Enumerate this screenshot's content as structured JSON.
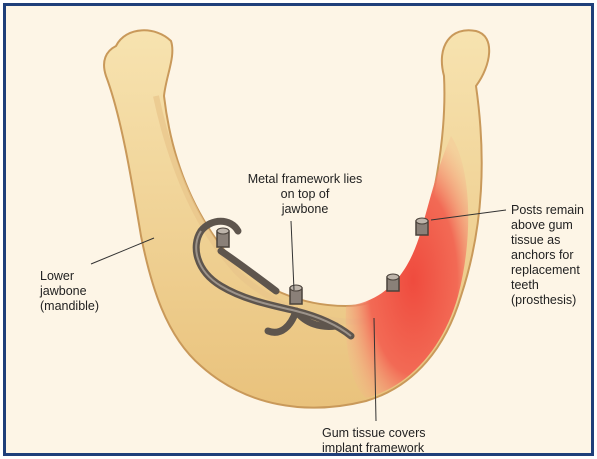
{
  "labels": {
    "mandible": "Lower\njawbone\n(mandible)",
    "framework": "Metal framework lies\non top of\njawbone",
    "posts": "Posts remain\nabove gum\ntissue as\nanchors for\nreplacement\nteeth\n(prosthesis)",
    "gum": "Gum tissue covers\nimplant framework"
  },
  "colors": {
    "border": "#1f3f7a",
    "background": "#fdf5e6",
    "bone": "#f2d394",
    "bone_dark": "#d9ac5a",
    "gum": "#ef5a4a",
    "metal": "#6b625a"
  }
}
